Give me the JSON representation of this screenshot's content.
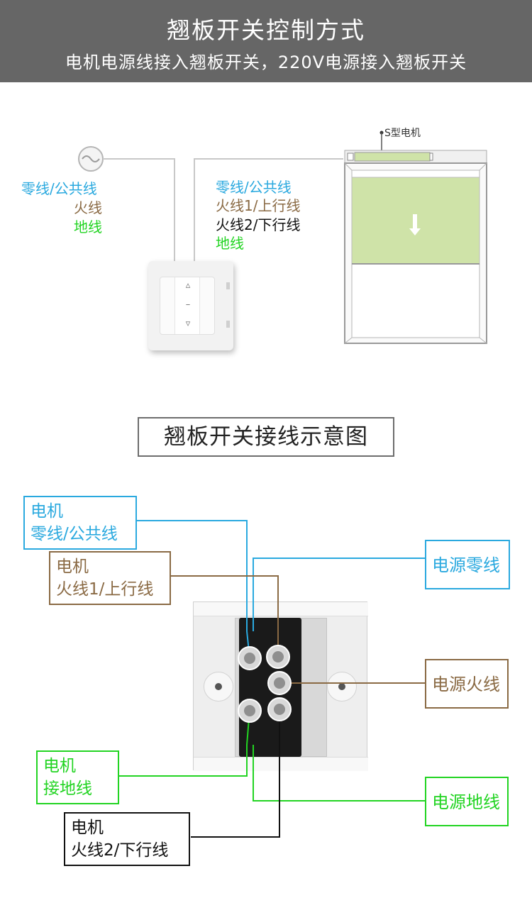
{
  "header": {
    "title": "翘板开关控制方式",
    "subtitle": "电机电源线接入翘板开关，220V电源接入翘板开关"
  },
  "top_diagram": {
    "source_labels": {
      "neutral": "零线/公共线",
      "live": "火线",
      "ground": "地线"
    },
    "motor_labels": {
      "neutral": "零线/公共线",
      "live1": "火线1/上行线",
      "live2": "火线2/下行线",
      "ground": "地线"
    },
    "motor_name": "S型电机",
    "switch_symbols": [
      "▵",
      "–",
      "▿"
    ]
  },
  "section_title": "翘板开关接线示意图",
  "wiring": {
    "motor_neutral": {
      "line1": "电机",
      "line2": "零线/公共线"
    },
    "motor_live1": {
      "line1": "电机",
      "line2": "火线1/上行线"
    },
    "motor_ground": {
      "line1": "电机",
      "line2": "接地线"
    },
    "motor_live2": {
      "line1": "电机",
      "line2": "火线2/下行线"
    },
    "power_neutral": "电源零线",
    "power_live": "电源火线",
    "power_ground": "电源地线"
  },
  "colors": {
    "header_bg": "#666666",
    "neutral_blue": "#2aa9df",
    "live_brown": "#8a6a44",
    "ground_green": "#22d422",
    "live2_black": "#111111",
    "blind_green": "#cfe3a8"
  }
}
